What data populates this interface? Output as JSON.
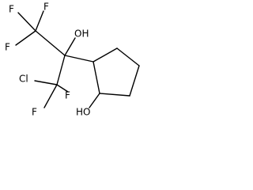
{
  "molecule": {
    "atom_labels": {
      "f_top_left": "F",
      "f_top_center": "F",
      "f_left_mid": "F",
      "oh_top": "OH",
      "cl": "Cl",
      "f_lower_right": "F",
      "f_bottom": "F",
      "ho_bottom": "HO"
    },
    "colors": {
      "bond": "#000000",
      "label": "#000000",
      "background": "#ffffff"
    }
  }
}
